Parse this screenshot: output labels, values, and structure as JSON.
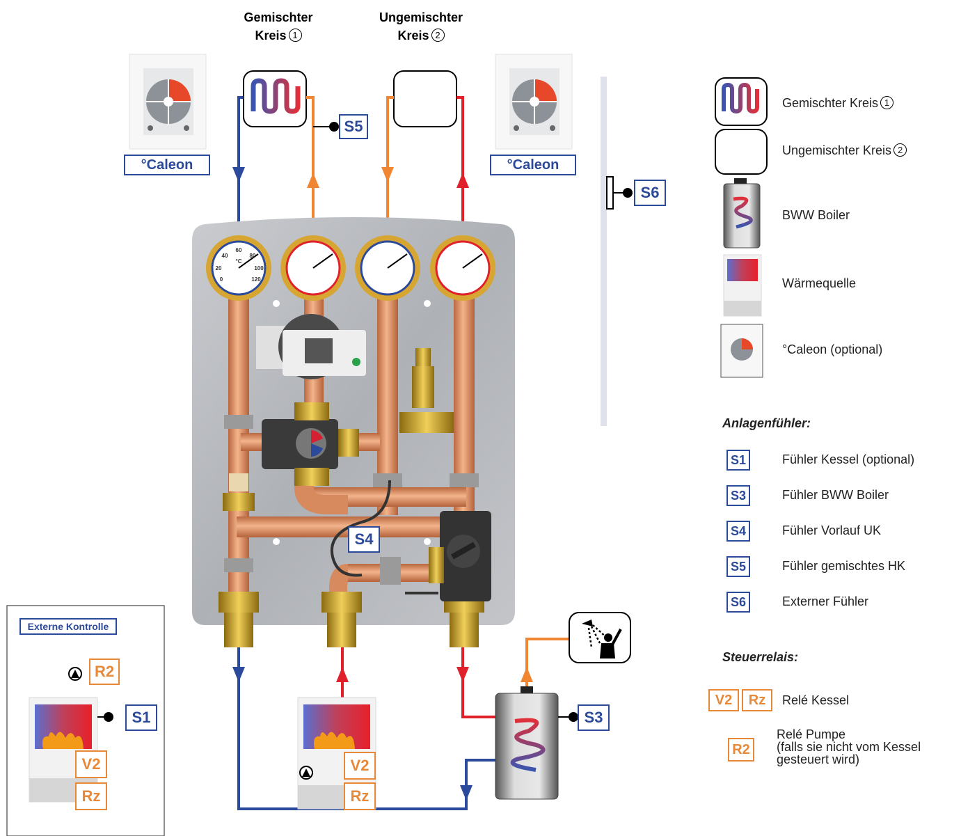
{
  "circuits": {
    "mixed": {
      "line1": "Gemischter",
      "line2": "Kreis",
      "num": "1"
    },
    "unmixed": {
      "line1": "Ungemischter",
      "line2": "Kreis",
      "num": "2"
    }
  },
  "caleon_label": "°Caleon",
  "external_control_label": "Externe Kontrolle",
  "sensors": {
    "s1": "S1",
    "s3": "S3",
    "s4": "S4",
    "s5": "S5",
    "s6": "S6"
  },
  "relays": {
    "r2": "R2",
    "v2": "V2",
    "rz": "Rz"
  },
  "gauge_numbers": {
    "t60": "60",
    "t40": "40",
    "t80": "80",
    "t20": "20",
    "t100": "100",
    "t0": "0",
    "t120": "120",
    "unit": "°C"
  },
  "legend": {
    "mixed": "Gemischter Kreis",
    "mixed_num": "1",
    "unmixed": "Ungemischter Kreis",
    "unmixed_num": "2",
    "boiler": "BWW Boiler",
    "heat_source": "Wärmequelle",
    "caleon": "°Caleon (optional)",
    "sensors_title": "Anlagenfühler:",
    "sensor_items": [
      {
        "code": "S1",
        "label": "Fühler Kessel (optional)"
      },
      {
        "code": "S3",
        "label": "Fühler BWW Boiler"
      },
      {
        "code": "S4",
        "label": "Fühler Vorlauf UK"
      },
      {
        "code": "S5",
        "label": "Fühler gemischtes HK"
      },
      {
        "code": "S6",
        "label": "Externer Fühler"
      }
    ],
    "relays_title": "Steuerrelais:",
    "relay_kessel_label": "Relé Kessel",
    "relay_pump_line1": "Relé Pumpe",
    "relay_pump_line2": "(falls sie nicht vom Kessel",
    "relay_pump_line3": "gesteuert wird)"
  },
  "colors": {
    "blue_pipe": "#2b4a9c",
    "red_pipe": "#e0202a",
    "orange_pipe": "#f08532",
    "sensor_blue": "#2c4a9a",
    "relay_orange": "#e8893a"
  }
}
